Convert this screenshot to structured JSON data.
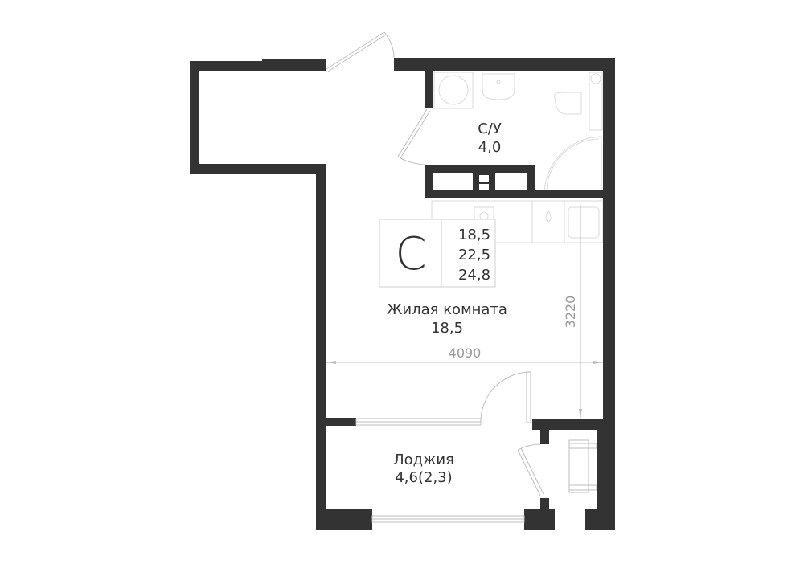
{
  "plan": {
    "wall_color": "#333333",
    "rooms": {
      "bathroom": {
        "name": "С/У",
        "area": "4,0"
      },
      "living": {
        "name": "Жилая комната",
        "area": "18,5"
      },
      "loggia": {
        "name": "Лоджия",
        "area": "4,6(2,3)"
      }
    },
    "summary": {
      "type_letter": "С",
      "living_area": "18,5",
      "total_area": "22,5",
      "total_with_loggia": "24,8"
    },
    "dimensions": {
      "width": "4090",
      "depth": "3220"
    }
  }
}
